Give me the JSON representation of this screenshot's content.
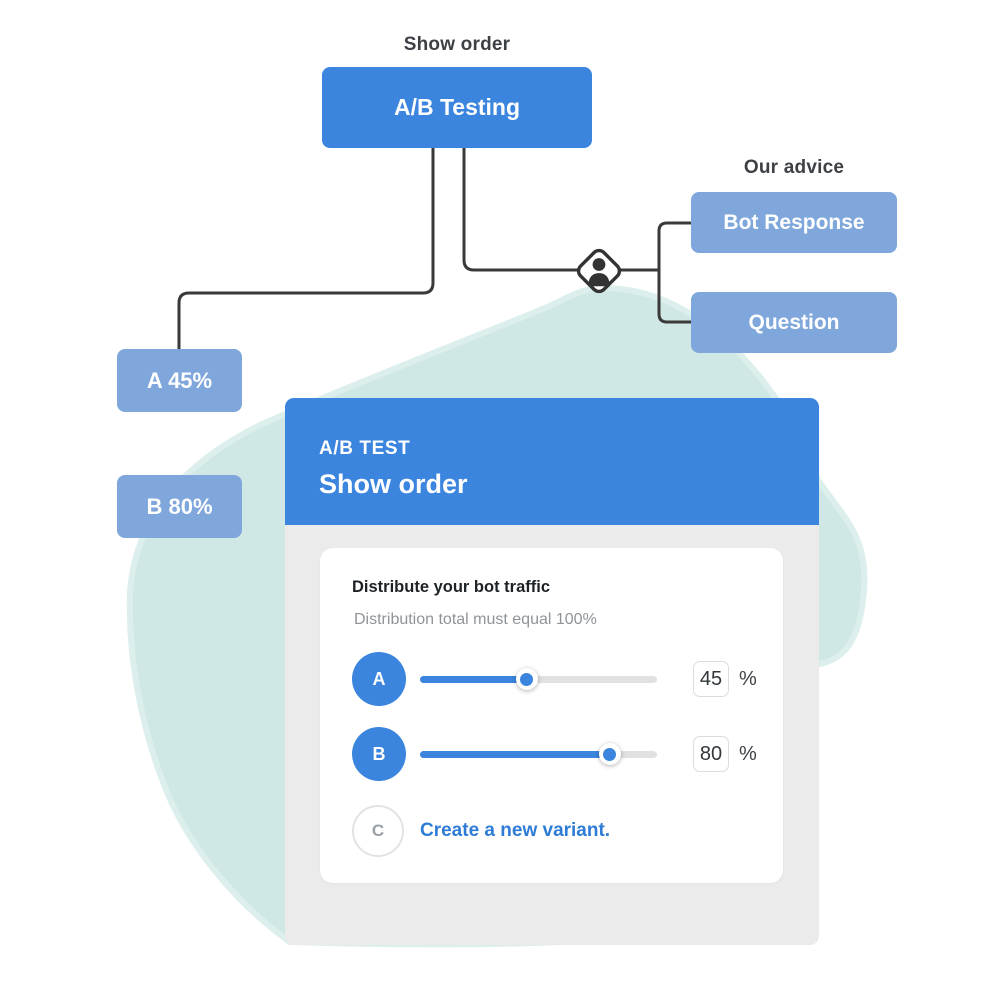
{
  "flow": {
    "show_order_label": "Show order",
    "ab_testing": "A/B Testing",
    "our_advice_label": "Our advice",
    "bot_response": "Bot Response",
    "question": "Question",
    "variant_a": "A 45%",
    "variant_b": "B 80%"
  },
  "card": {
    "kicker": "A/B TEST",
    "title": "Show order",
    "section_title": "Distribute your bot traffic",
    "section_subtitle": "Distribution total must equal 100%",
    "variants": [
      {
        "label": "A",
        "value": "45",
        "unit": "%",
        "percent": 45
      },
      {
        "label": "B",
        "value": "80",
        "unit": "%",
        "percent": 80
      }
    ],
    "new_variant": {
      "label": "C",
      "link_text": "Create a new variant."
    }
  },
  "colors": {
    "accent_blue": "#3b85de",
    "node_light_blue": "#7fa7db",
    "blob_teal": "#cfe8e6",
    "card_gray": "#ebebeb",
    "connector_dark": "#3a3a3a",
    "link_blue": "#2e7cd6"
  }
}
